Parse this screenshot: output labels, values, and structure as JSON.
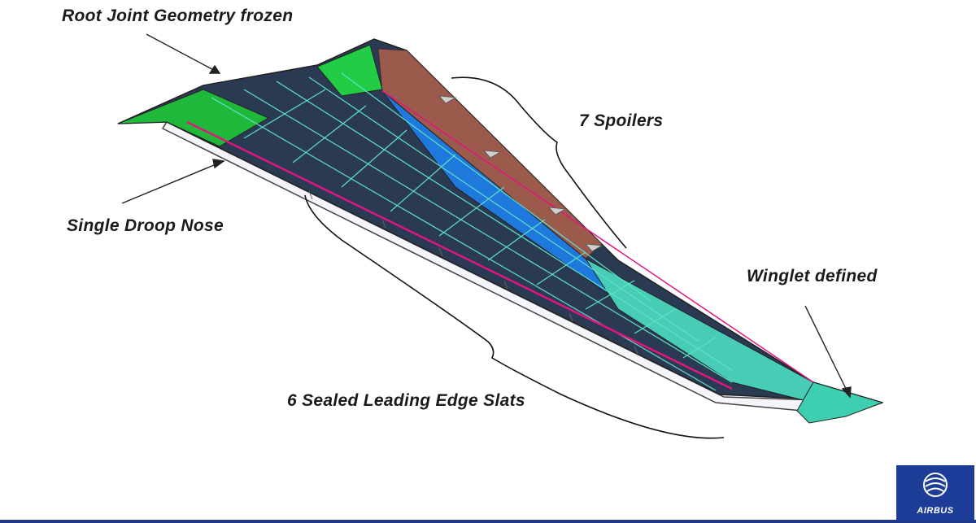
{
  "annotations": {
    "root_joint": "Root Joint Geometry frozen",
    "spoilers": "7 Spoilers",
    "droop_nose": "Single Droop Nose",
    "winglet": "Winglet defined",
    "slats": "6 Sealed Leading Edge Slats"
  },
  "logo": {
    "text": "AIRBUS",
    "color": "#1d3c97"
  },
  "colors": {
    "structure_green": "#19c43a",
    "spoiler_brown": "#a0574a",
    "flap_blue": "#1e7be0",
    "rib_cyan": "#48e0c0",
    "spar_magenta": "#d8157a"
  }
}
